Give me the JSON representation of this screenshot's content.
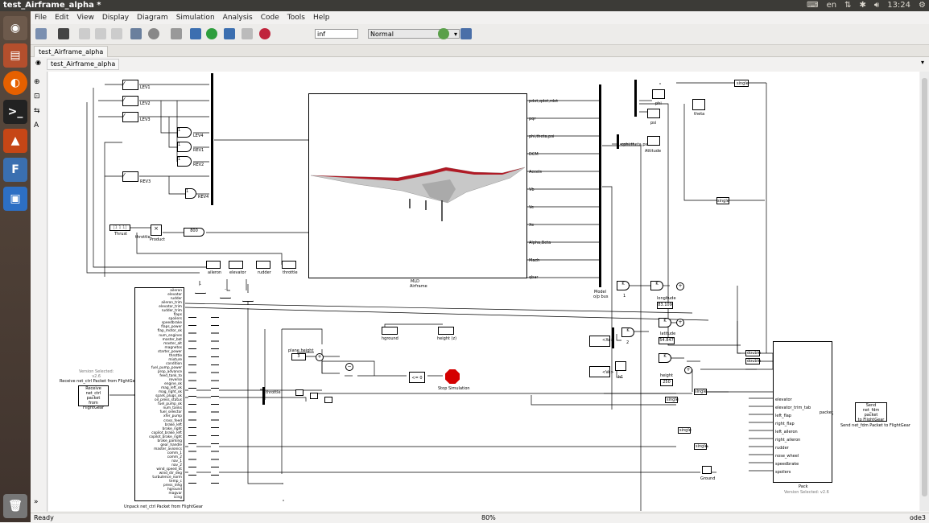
{
  "window": {
    "title": "test_Airframe_alpha *"
  },
  "tray": {
    "lang": "en",
    "time": "13:24"
  },
  "menu": [
    "File",
    "Edit",
    "View",
    "Display",
    "Diagram",
    "Simulation",
    "Analysis",
    "Code",
    "Tools",
    "Help"
  ],
  "toolbar": {
    "stop_time": "inf",
    "sim_mode": "Normal"
  },
  "tab": {
    "label": "test_Airframe_alpha"
  },
  "breadcrumb": {
    "label": "test_Airframe_alpha"
  },
  "status": {
    "left": "Ready",
    "zoom": "80%",
    "solver": "ode3"
  },
  "diagram": {
    "lev_labels": [
      "LEV1",
      "LEV2",
      "LEV3",
      "LEV4",
      "REV1",
      "REV2",
      "REV3",
      "REV4"
    ],
    "thrust_value": "[1 1 1]",
    "thrust_label": "Thrust",
    "throttle_label": "throttle",
    "product_label": "Product",
    "gain_800": "800",
    "scopes": [
      "aileron",
      "elevator",
      "rudder",
      "throttle"
    ],
    "airframe_label": "MLD\nAirframe",
    "airframe_outputs": [
      "pdot,qdot,rdot",
      "pqr",
      "phi,theta,psi",
      "DCM",
      "Accels",
      "Vb",
      "Ve",
      "Xe",
      "Alpha,Beta",
      "Mach",
      "qbar"
    ],
    "model_bus": "Model\no/p bus",
    "gains": [
      "1",
      "2"
    ],
    "version_selected": "Version Selected:\nv2.6",
    "receive_block": "Receive\nnet_ctrl packet\nfrom FlightGear",
    "receive_caption": "Receive net_ctrl Packet from FlightGear",
    "packet_label": "packet",
    "unpack_caption": "Unpack net_ctrl Packet from FlightGear",
    "unpack_outputs": [
      "aileron",
      "elevator",
      "rudder",
      "aileron_trim",
      "elevator_trim",
      "rudder_trim",
      "flaps",
      "spoilers",
      "speedbrake",
      "flaps_power",
      "flap_motor_ok",
      "num_engines",
      "master_bat",
      "master_alt",
      "magnetos",
      "starter_power",
      "throttle",
      "mixture",
      "condition",
      "fuel_pump_power",
      "prop_advance",
      "feed_tank_to",
      "reverse",
      "engine_ok",
      "mag_left_ok",
      "mag_right_ok",
      "spark_plugs_ok",
      "oil_press_status",
      "fuel_pump_ok",
      "num_tanks",
      "fuel_selector",
      "xfer_pump",
      "cross_feed",
      "brake_left",
      "brake_right",
      "copilot_brake_left",
      "copilot_brake_right",
      "brake_parking",
      "gear_handle",
      "master_avionics",
      "comm_1",
      "comm_2",
      "nav_1",
      "nav_2",
      "wind_speed_kt",
      "wind_dir_deg",
      "turbulence_norm",
      "temp_c",
      "press_inhg",
      "hground",
      "magvar",
      "icing"
    ],
    "plane_height_label": "plane height",
    "plane_height_value": "3",
    "hground_label": "hground",
    "height_z_label": "height (z)",
    "compare_label": "<= 0",
    "stop_label": "Stop Simulation",
    "phi_label": "phi",
    "psi_label": "psi",
    "theta_label": "theta",
    "attitude_label": "Attitude",
    "phithetapsi_label": "<phi,theta,psi>",
    "longitude_label": "longitude",
    "longitude_value": "83.109",
    "latitude_label": "latitude",
    "latitude_value": "54.847",
    "height_label": "height",
    "height_value": "250",
    "xe_label": "<Xe>",
    "ve_label": "<Ve>",
    "h1_label": "h1",
    "single_label": "single",
    "double_label": "double",
    "ground_label": "Ground",
    "pack_inputs": [
      "",
      "",
      "",
      "",
      "",
      "",
      "",
      "",
      "elevator",
      "elevator_trim_tab",
      "left_flap",
      "right_flap",
      "left_aileron",
      "right_aileron",
      "rudder",
      "nose_wheel",
      "speedbrake",
      "spoilers"
    ],
    "pack_label": "Pack",
    "pack_version": "Version Selected: v2.6",
    "send_block": "Send\nnet_fdm packet\nto FlightGear",
    "send_caption": "Send net_fdm Packet to FlightGear",
    "send_packet_label": "packet"
  },
  "colors": {
    "titlebar": "#3c3b37",
    "launcher": "#4d3f36",
    "stop_block": "#d40000",
    "airframe_accent": "#c8102e"
  }
}
